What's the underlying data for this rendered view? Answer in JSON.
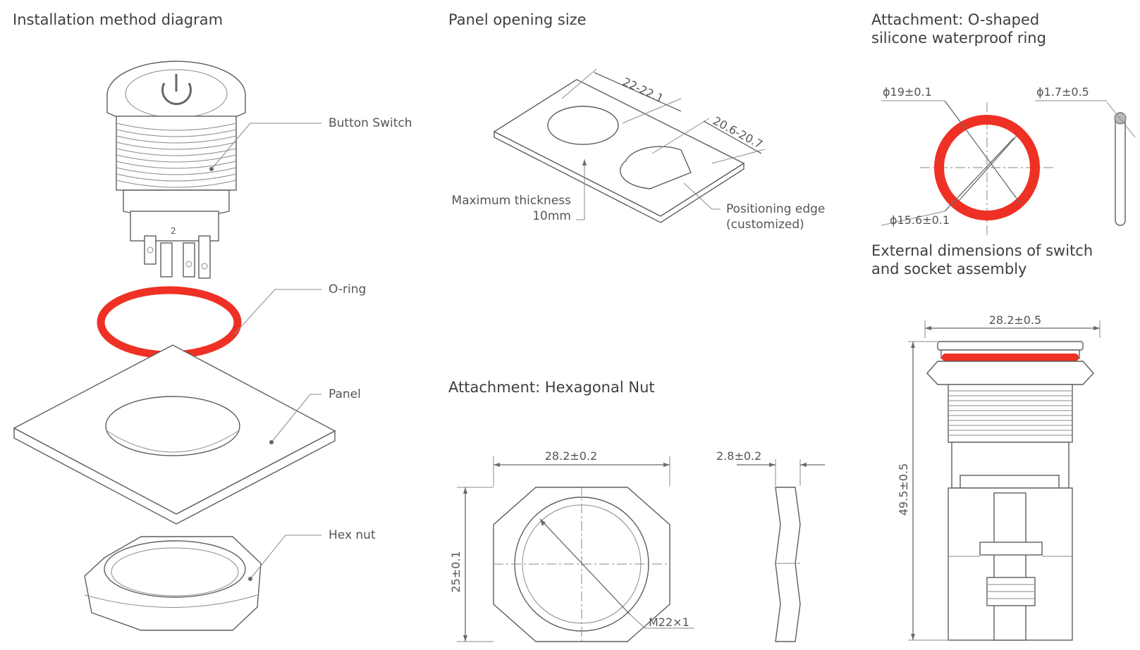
{
  "titles": {
    "installation": "Installation method diagram",
    "panel_opening": "Panel opening size",
    "oring_line1": "Attachment: O-shaped",
    "oring_line2": "silicone waterproof ring",
    "hex_nut": "Attachment:   Hexagonal Nut",
    "external_line1": "External dimensions of switch",
    "external_line2": "and socket assembly"
  },
  "callouts": {
    "button_switch": "Button Switch",
    "o_ring": "O-ring",
    "panel": "Panel",
    "hex_nut": "Hex nut",
    "max_thickness_line1": "Maximum thickness",
    "max_thickness_line2": "10mm",
    "positioning_line1": "Positioning edge",
    "positioning_line2": "(customized)"
  },
  "dimensions": {
    "opening_a": "22-22.1",
    "opening_b": "20.6-20.7",
    "oring_outer": "ϕ19±0.1",
    "oring_inner": "ϕ15.6±0.1",
    "oring_section": "ϕ1.7±0.5",
    "nut_width": "28.2±0.2",
    "nut_height": "25±0.1",
    "nut_thread": "M22×1",
    "nut_thickness": "2.8±0.2",
    "assembly_width": "28.2±0.5",
    "assembly_height": "49.5±0.5",
    "terminal_mark": "2"
  },
  "colors": {
    "accent": "#ee3124",
    "line": "#6a6a6a",
    "text": "#4a4a4a"
  }
}
